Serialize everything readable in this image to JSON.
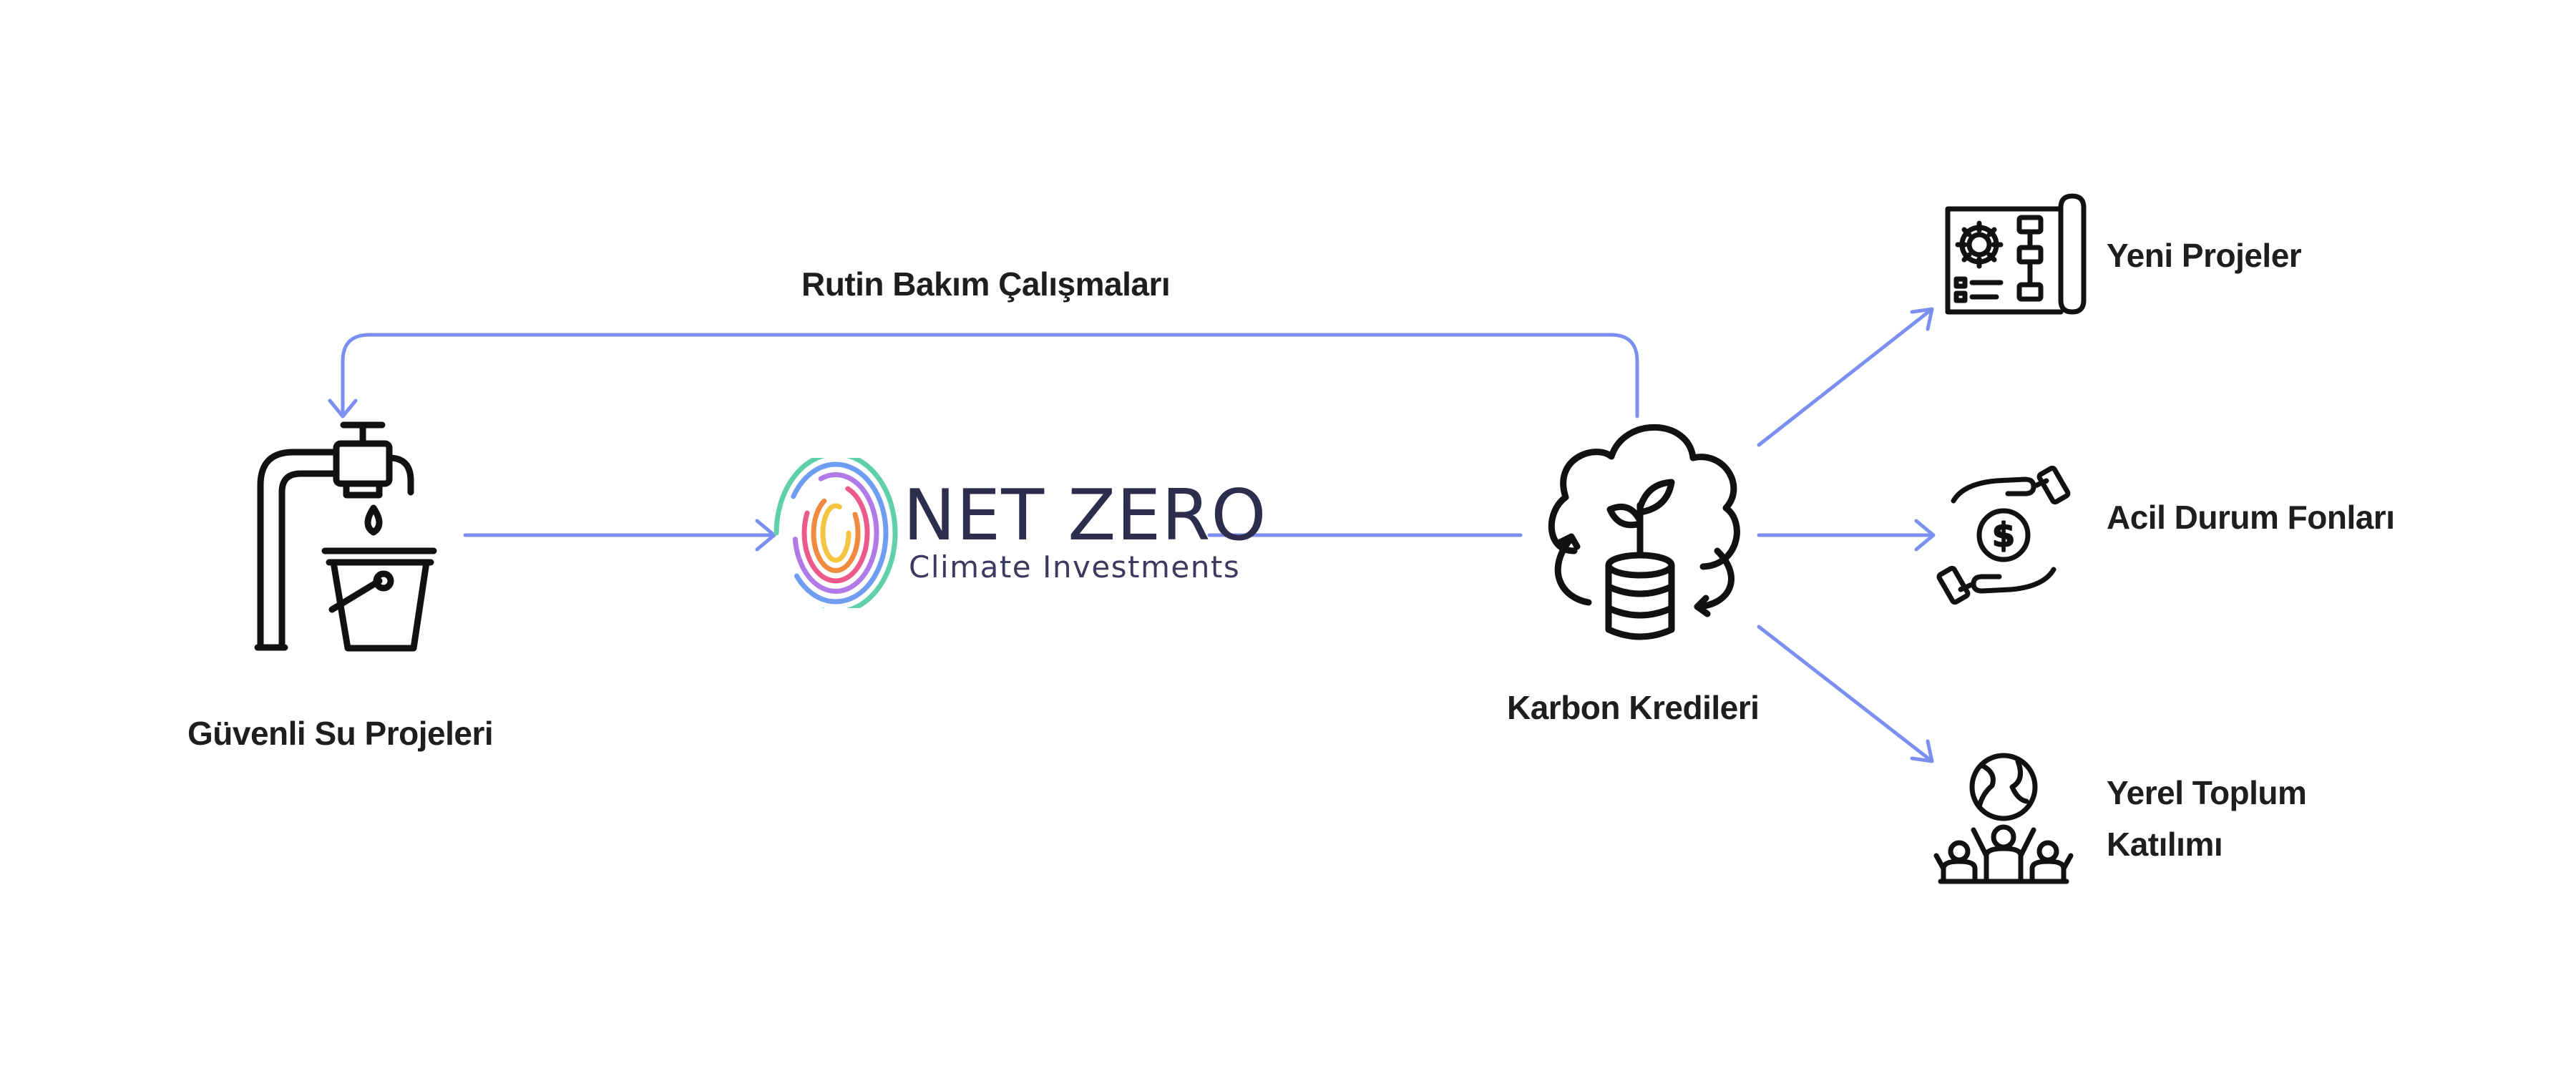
{
  "colors": {
    "arrow": "#7b8ff0",
    "icon_stroke": "#111111",
    "text": "#1e1e1e",
    "logo_text": "#2f2d4e",
    "fingerprint": [
      "#f4c542",
      "#f08a3e",
      "#ec5a8a",
      "#b07be8",
      "#6f9df2",
      "#5fd0a8",
      "#9be36b"
    ]
  },
  "nodes": {
    "safe_water": {
      "label": "Güvenli Su Projeleri",
      "icon": "faucet-bucket-icon"
    },
    "logo": {
      "title": "NET ZERO",
      "subtitle": "Climate Investments",
      "icon": "fingerprint-icon"
    },
    "carbon_credits": {
      "label": "Karbon Kredileri",
      "icon": "cloud-plant-coins-icon"
    },
    "new_projects": {
      "label": "Yeni Projeler",
      "icon": "blueprint-gear-icon"
    },
    "emergency_funds": {
      "label": "Acil Durum Fonları",
      "icon": "hands-coin-icon"
    },
    "community": {
      "label": "Yerel Toplum Katılımı",
      "icon": "globe-people-icon"
    }
  },
  "edges": {
    "maintenance": {
      "label": "Rutin Bakım Çalışmaları"
    }
  }
}
